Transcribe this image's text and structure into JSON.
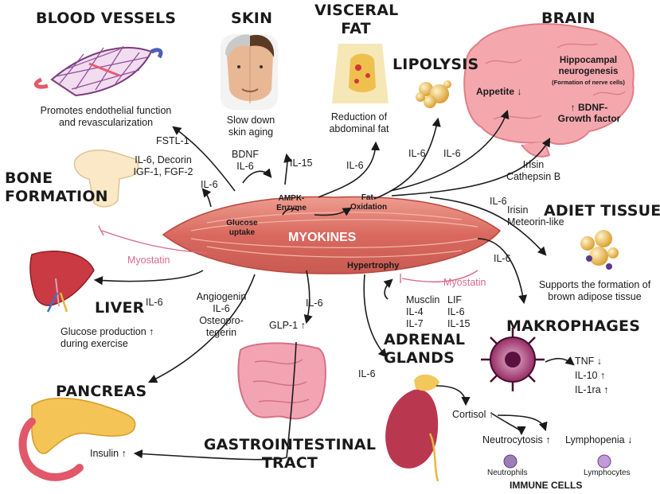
{
  "center": {
    "label": "MYOKINES",
    "glucose": "Glucose\nuptake",
    "ampk": "AMPK-\nEnzyme",
    "fat_ox": "Fat-\nOxidation",
    "hypertrophy": "Hypertrophy"
  },
  "headings": {
    "blood_vessels": "BLOOD VESSELS",
    "skin": "SKIN",
    "visceral_fat": "VISCERAL\nFAT",
    "lipolysis": "LIPOLYSIS",
    "brain": "BRAIN",
    "bone": "BONE\nFORMATION",
    "adiet": "ADIET TISSUE",
    "liver": "LIVER",
    "makrophages": "MAKROPHAGES",
    "adrenal": "ADRENAL\nGLANDS",
    "pancreas": "PANCREAS",
    "gi": "GASTROINTESTINAL\nTRACT",
    "immune": "IMMUNE CELLS"
  },
  "descriptions": {
    "blood_vessels": "Promotes endothelial function\nand revascularization",
    "skin": "Slow down\nskin aging",
    "visceral_fat": "Reduction of\nabdominal fat",
    "liver": "Glucose production ↑\nduring exercise",
    "adiet": "Supports the formation of\nbrown adipose tissue"
  },
  "brain_labels": {
    "appetite": "Appetite ↓",
    "hippo_title": "Hippocampal\nneurogenesis",
    "hippo_sub": "(Formation of nerve cells)",
    "bdnf": "↑ BDNF-\nGrowth factor"
  },
  "signals": {
    "fstl": "FSTL-1",
    "bone_list": "IL-6, Decorin\nIGF-1, FGF-2",
    "bone_il6": "IL-6",
    "skin_list": "BDNF\nIL-6",
    "il15": "IL-15",
    "visceral_il6": "IL-6",
    "lipolysis_il6": "IL-6",
    "brain_il6": "IL-6",
    "brain_list": "Irisin\nCathepsin B",
    "adiet_il6": "IL-6",
    "adiet_list": "Irisin\nMeteorin-like",
    "makro_il6": "IL-6",
    "myostatin_bone": "Myostatin",
    "myostatin_hyper": "Myostatin",
    "liver_il6": "IL-6",
    "pancreas_list": "Angiogenin\nIL-6\nOsteopro-\ntegerin",
    "gi_il6": "IL-6",
    "glp1": "GLP-1 ↑",
    "hyper_list_1": "Musclin\nIL-4\nIL-7",
    "hyper_list_2": "LIF\nIL-6\nIL-15",
    "adrenal_il6": "IL-6"
  },
  "macro_effects": {
    "tnf": "TNF ↓",
    "il10": "IL-10 ↑",
    "il1ra": "IL-1ra ↑"
  },
  "immune": {
    "cortisol": "Cortisol ↑",
    "neutrocytosis": "Neutrocytosis ↑",
    "lymphopenia": "Lymphopenia ↓",
    "neutrophils": "Neutrophils",
    "lymphocytes": "Lymphocytes"
  },
  "pancreas_effect": "Insulin ↑",
  "colors": {
    "muscle": "#d9695f",
    "muscle_light": "#ee9c8f",
    "brain": "#f2a0a6",
    "myostatin": "#d76b89",
    "arrow": "#1a1a1a"
  }
}
